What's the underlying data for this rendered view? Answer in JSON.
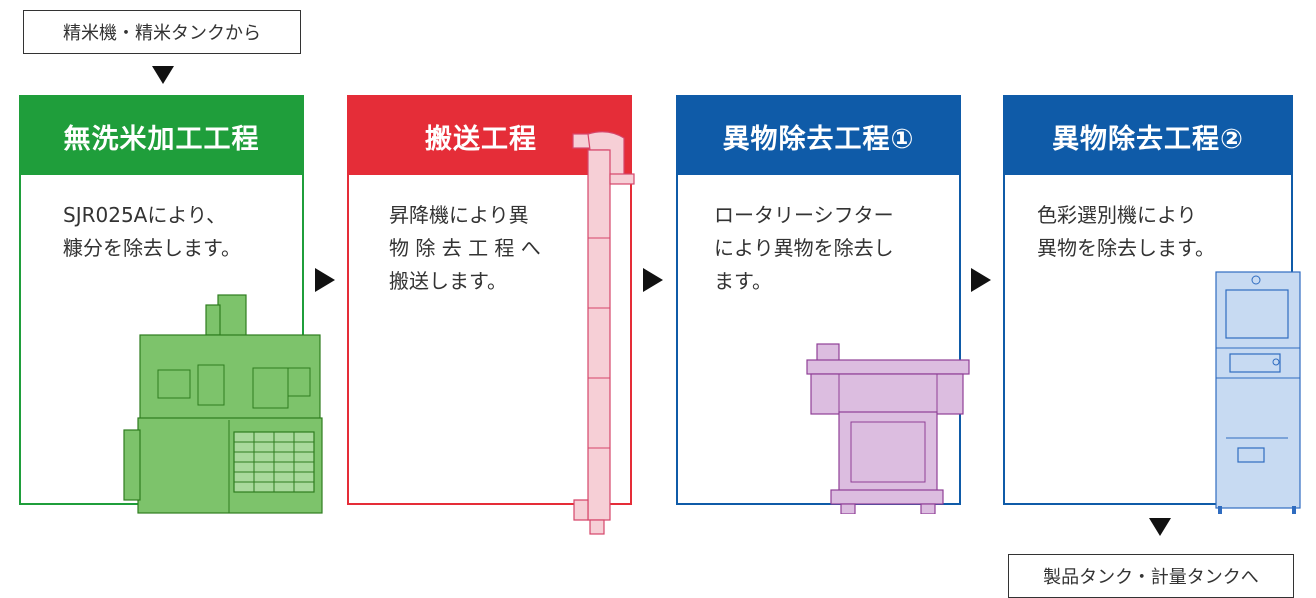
{
  "input_label": "精米機・精米タンクから",
  "output_label": "製品タンク・計量タンクへ",
  "stages": [
    {
      "title": "無洗米加工工程",
      "description": "SJR025Aにより、\n糠分を除去します。",
      "color": "#1f9e3b",
      "machine_icon": "rice-polisher-machine"
    },
    {
      "title": "搬送工程",
      "description": "昇降機により異\n物 除 去 工 程 へ\n搬送します。",
      "color": "#e52d38",
      "machine_icon": "bucket-elevator"
    },
    {
      "title": "異物除去工程①",
      "description": "ロータリーシフター\nにより異物を除去し\nます。",
      "color": "#0f5ba8",
      "machine_icon": "rotary-sifter"
    },
    {
      "title": "異物除去工程②",
      "description": "色彩選別機により\n異物を除去します。",
      "color": "#0f5ba8",
      "machine_icon": "color-sorter"
    }
  ]
}
